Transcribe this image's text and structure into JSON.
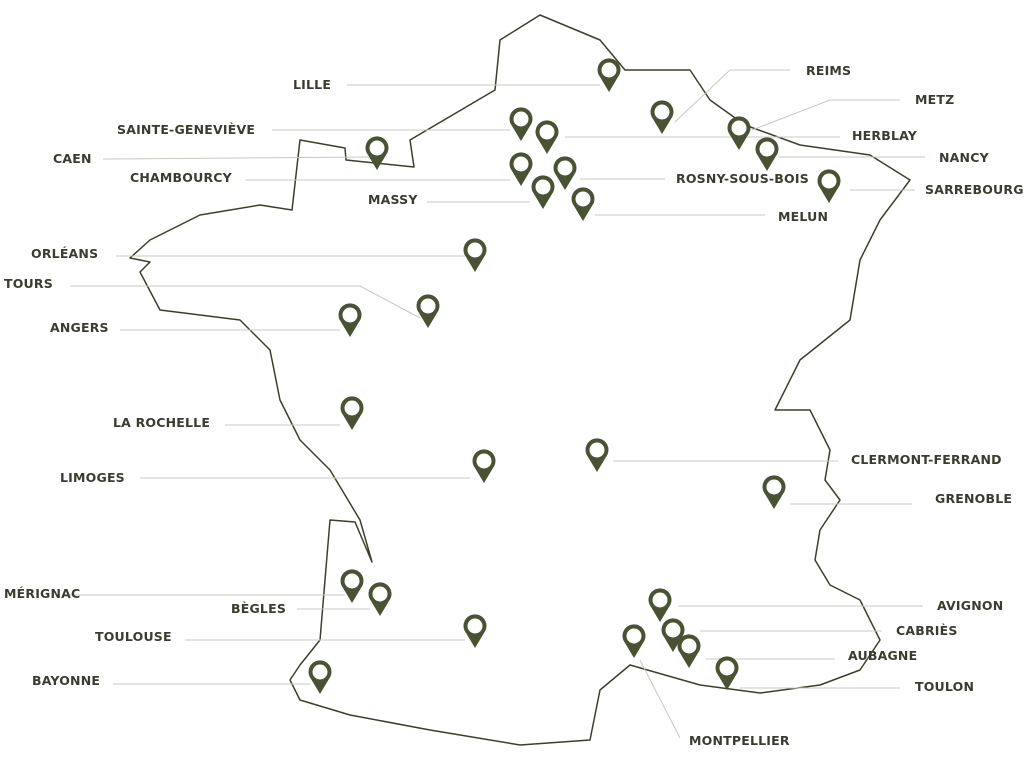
{
  "map": {
    "pin_color": "#4a5234",
    "cities": [
      "LILLE",
      "SAINTE-GENEVIÈVE",
      "CAEN",
      "CHAMBOURCY",
      "MASSY",
      "ORLÉANS",
      "TOURS",
      "ANGERS",
      "LA ROCHELLE",
      "LIMOGES",
      "MÉRIGNAC",
      "BÈGLES",
      "TOULOUSE",
      "BAYONNE",
      "REIMS",
      "METZ",
      "HERBLAY",
      "NANCY",
      "ROSNY-SOUS-BOIS",
      "MELUN",
      "SARREBOURG",
      "CLERMONT-FERRAND",
      "GRENOBLE",
      "AVIGNON",
      "CABRIÈS",
      "AUBAGNE",
      "TOULON",
      "MONTPELLIER"
    ]
  }
}
